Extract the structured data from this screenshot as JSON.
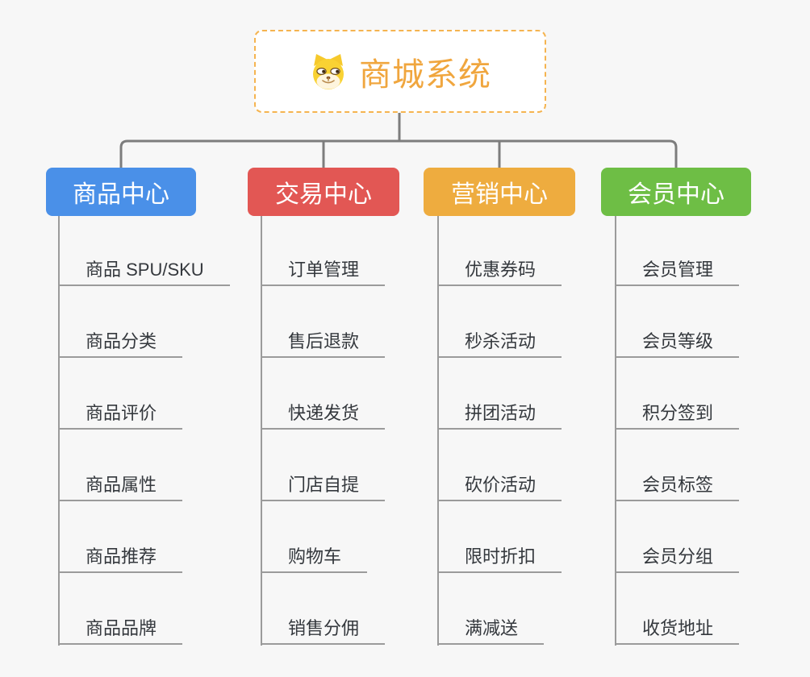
{
  "page": {
    "background_color": "#F7F7F7",
    "connector_main_color": "#7D7D7D",
    "connector_sub_color": "#9B9B9B"
  },
  "root": {
    "label": "商城系统",
    "icon": "doge-face-icon",
    "text_color": "#F0A63E",
    "border_color": "#F5B450"
  },
  "branches": [
    {
      "label": "商品中心",
      "color": "#4A90E8",
      "items": [
        "商品 SPU/SKU",
        "商品分类",
        "商品评价",
        "商品属性",
        "商品推荐",
        "商品品牌"
      ]
    },
    {
      "label": "交易中心",
      "color": "#E25754",
      "items": [
        "订单管理",
        "售后退款",
        "快递发货",
        "门店自提",
        "购物车",
        "销售分佣"
      ]
    },
    {
      "label": "营销中心",
      "color": "#EEAC3F",
      "items": [
        "优惠券码",
        "秒杀活动",
        "拼团活动",
        "砍价活动",
        "限时折扣",
        "满减送"
      ]
    },
    {
      "label": "会员中心",
      "color": "#6EBE45",
      "items": [
        "会员管理",
        "会员等级",
        "积分签到",
        "会员标签",
        "会员分组",
        "收货地址"
      ]
    }
  ]
}
